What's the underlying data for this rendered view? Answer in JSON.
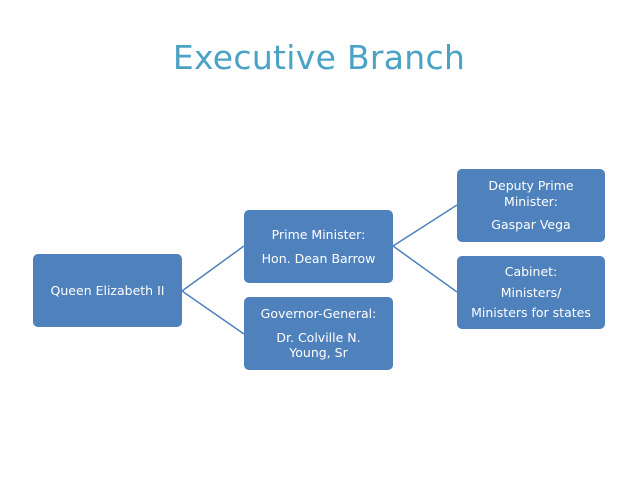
{
  "title": "Executive Branch",
  "colors": {
    "title": "#4aa3c4",
    "box_fill": "#4f81bd",
    "connector": "#4f81bd",
    "text": "#ffffff"
  },
  "nodes": {
    "queen": {
      "line1": "Queen Elizabeth II"
    },
    "pm": {
      "line1": "Prime Minister:",
      "line2": "Hon. Dean Barrow"
    },
    "gg": {
      "line1": "Governor-General:",
      "line2": "Dr. Colville N. Young, Sr"
    },
    "deputy": {
      "line1": "Deputy Prime Minister:",
      "line2": "Gaspar Vega"
    },
    "cabinet": {
      "line1": "Cabinet:",
      "line2": "Ministers/",
      "line3": "Ministers for states"
    }
  }
}
